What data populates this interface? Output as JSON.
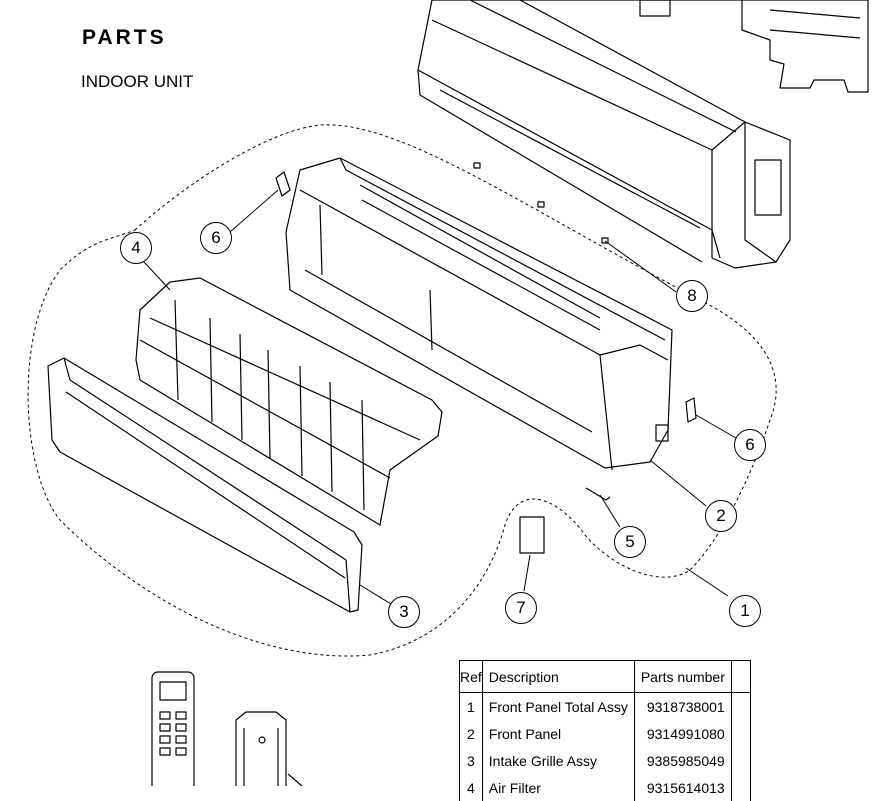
{
  "heading": {
    "title": "PARTS",
    "subtitle": "INDOOR UNIT"
  },
  "callouts": [
    "1",
    "2",
    "3",
    "4",
    "5",
    "6",
    "6",
    "7",
    "8"
  ],
  "table": {
    "headers": {
      "ref": "Ref",
      "description": "Description",
      "part_number": "Parts number"
    },
    "rows": [
      {
        "ref": "1",
        "description": "Front Panel Total Assy",
        "part_number": "9318738001"
      },
      {
        "ref": "2",
        "description": "Front Panel",
        "part_number": "9314991080"
      },
      {
        "ref": "3",
        "description": "Intake Grille Assy",
        "part_number": "9385985049"
      },
      {
        "ref": "4",
        "description": "Air Filter",
        "part_number": "9315614013"
      }
    ]
  }
}
